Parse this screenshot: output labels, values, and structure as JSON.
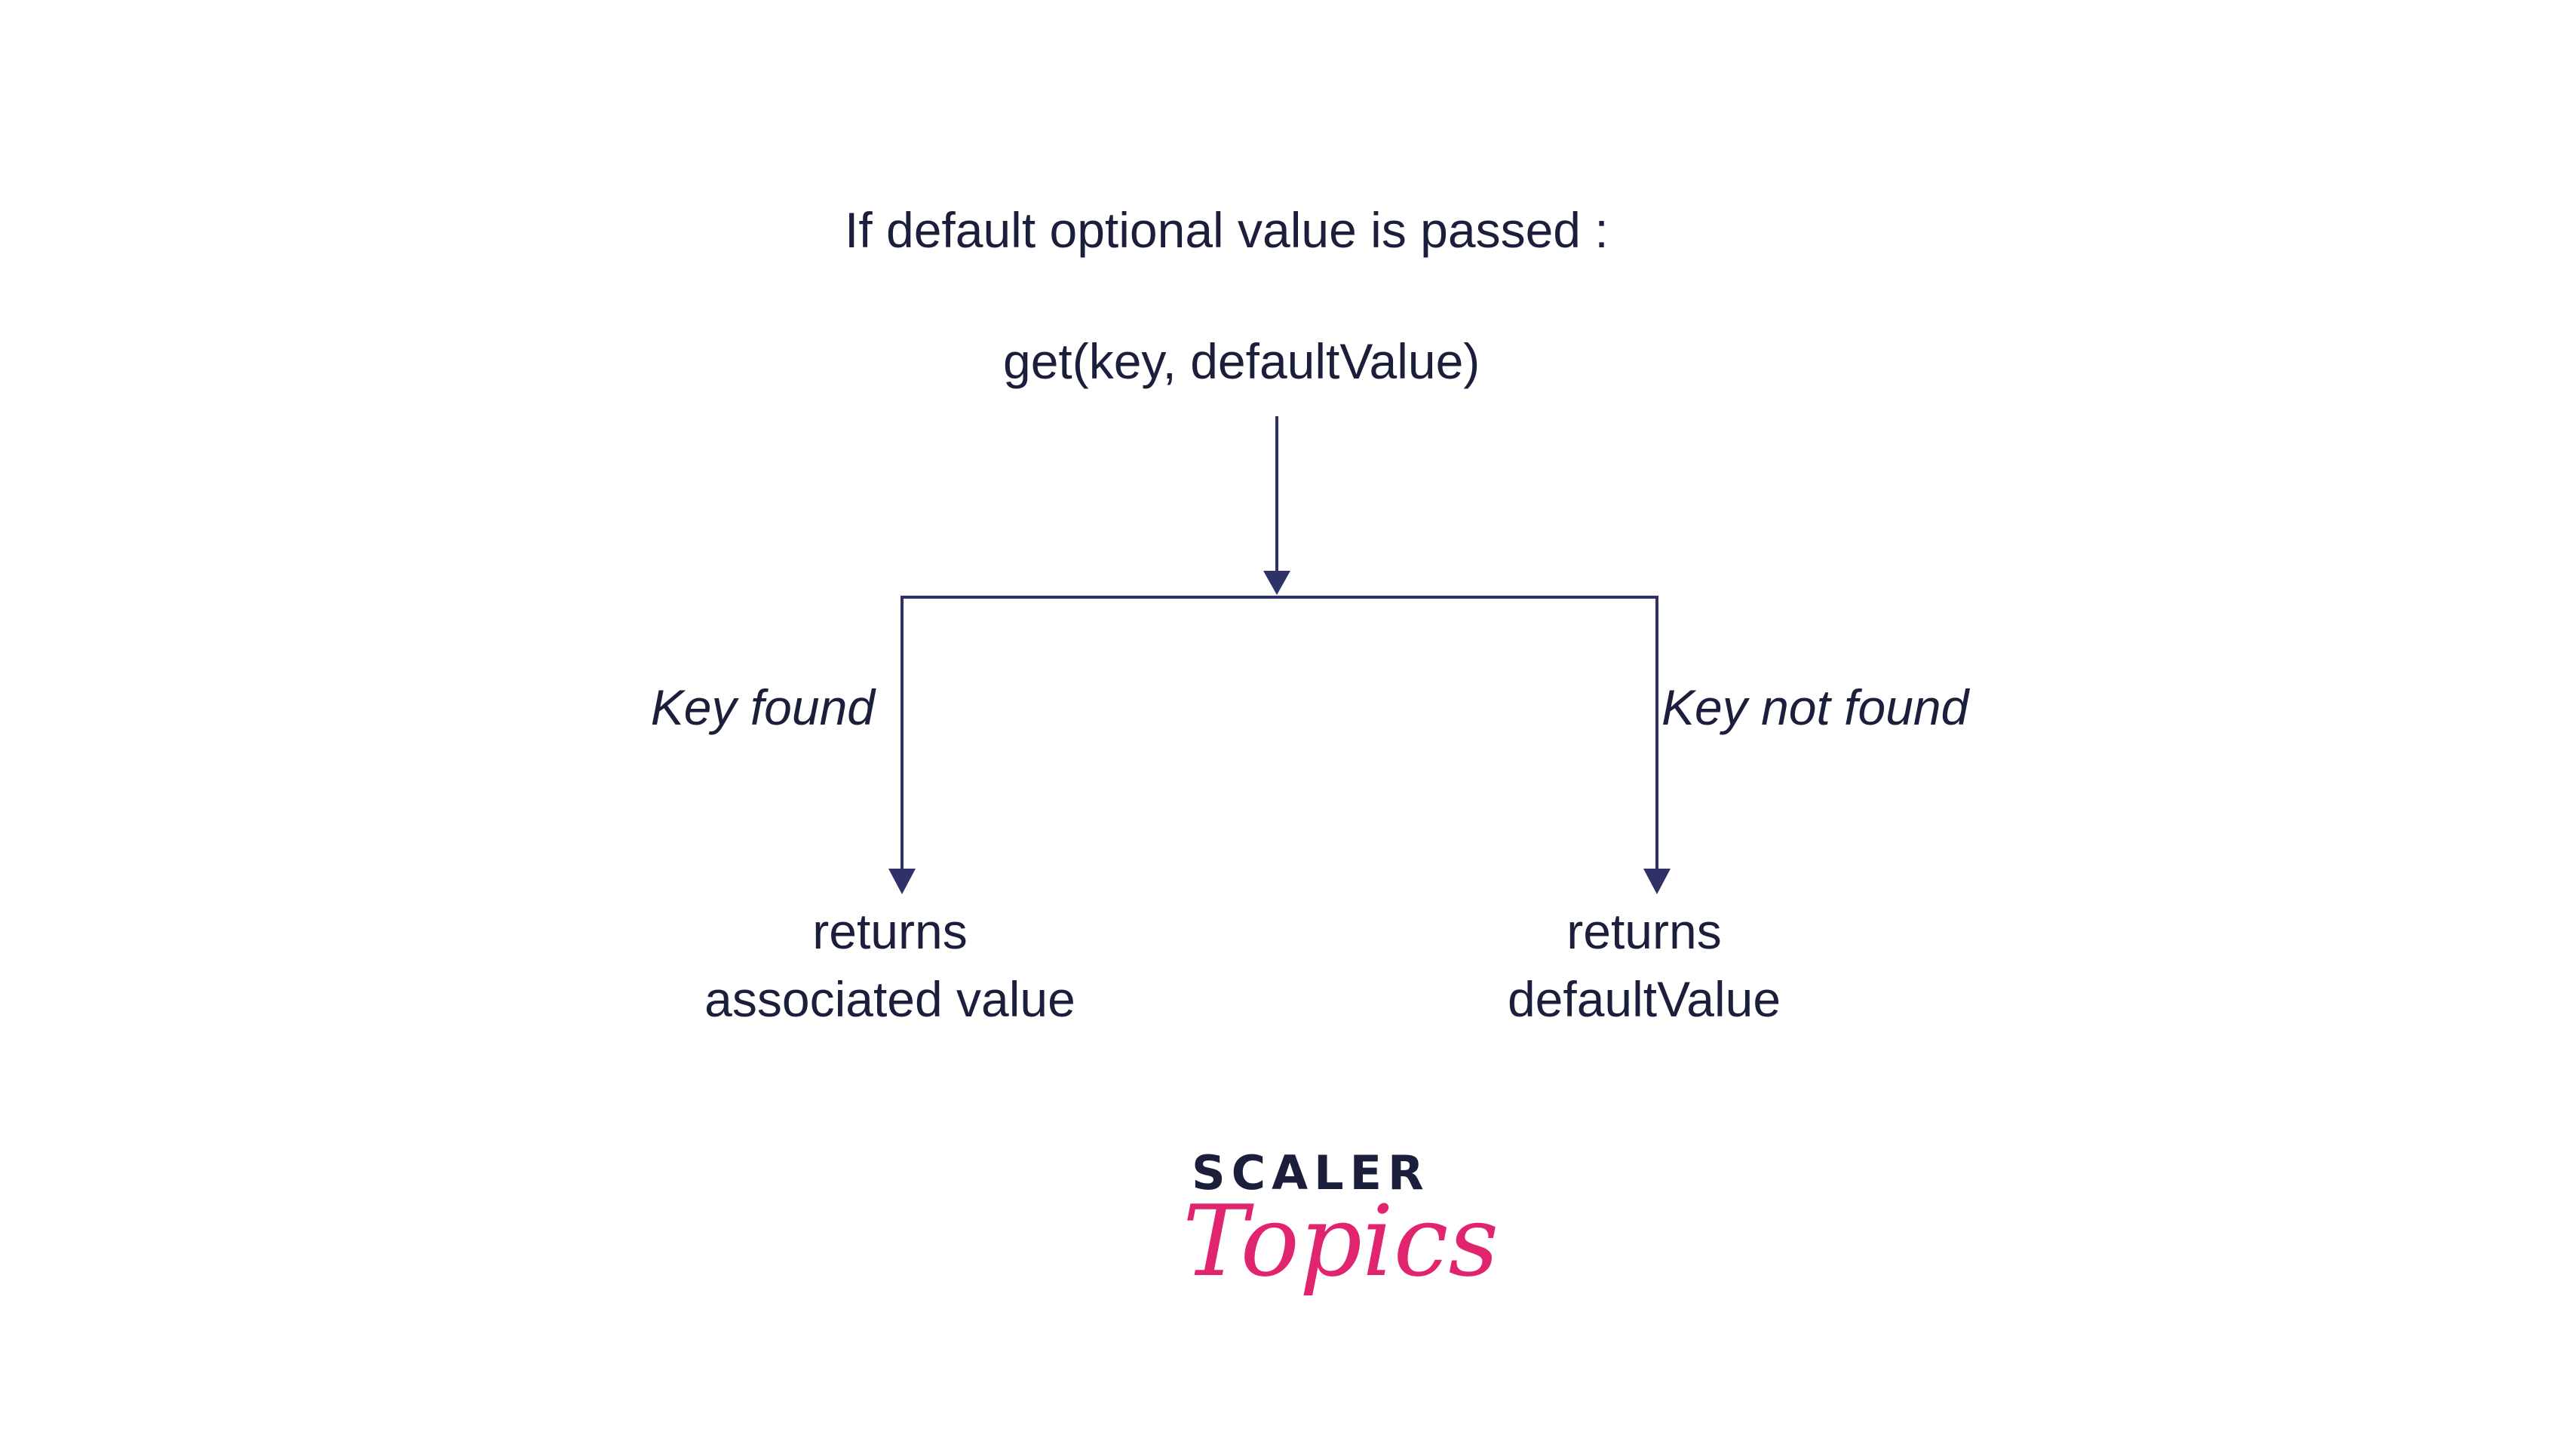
{
  "heading": "If default optional value is passed :",
  "call": "get(key, defaultValue)",
  "branches": {
    "left_label": "Key found",
    "right_label": "Key not found"
  },
  "results": {
    "left": [
      "returns",
      "associated value"
    ],
    "right": [
      "returns",
      "defaultValue"
    ]
  },
  "logo": {
    "word": "SCALER",
    "script": "Topics"
  },
  "colors": {
    "text": "#1b1f3b",
    "line": "#2e3266",
    "brand_pink": "#e0246e",
    "background": "#ffffff"
  }
}
